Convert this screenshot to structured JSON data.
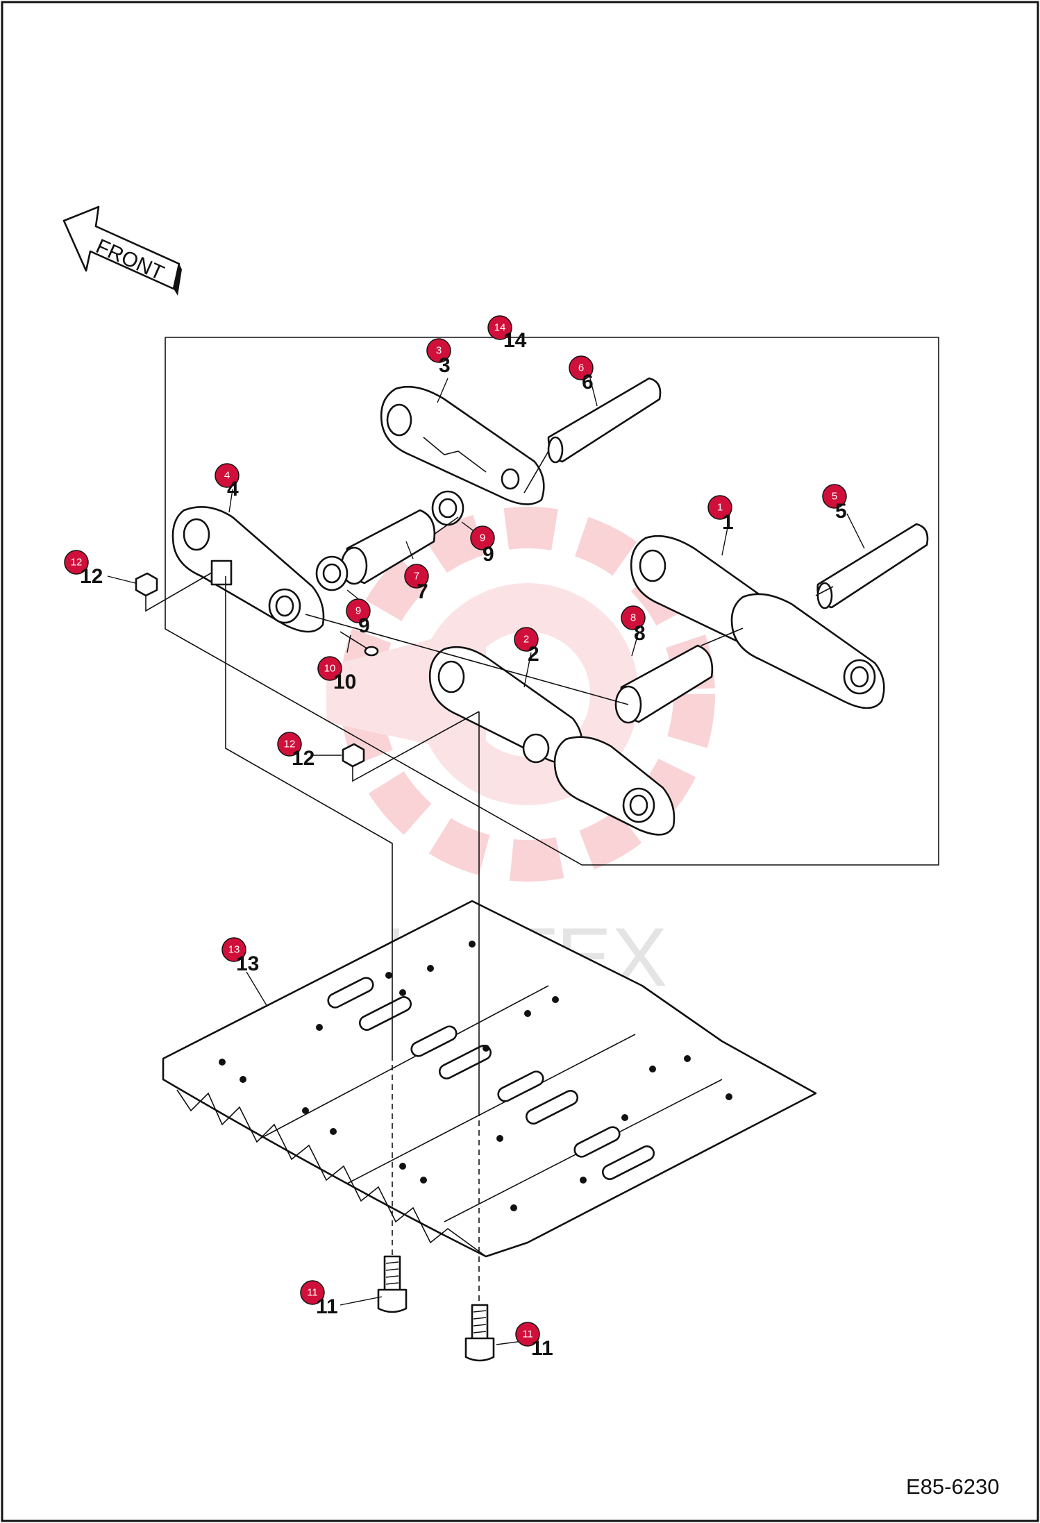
{
  "diagram": {
    "direction_label": "FRONT",
    "document_code": "E85-6230",
    "watermark_text": "ИНТЕХ",
    "colors": {
      "badge": "#d0103a",
      "lines": "#111111",
      "watermark": "#f2a0a6",
      "background": "#ffffff"
    },
    "callouts": [
      {
        "id": "c1",
        "badge": "1",
        "label": "1"
      },
      {
        "id": "c2",
        "badge": "2",
        "label": "2"
      },
      {
        "id": "c3",
        "badge": "3",
        "label": "3"
      },
      {
        "id": "c4",
        "badge": "4",
        "label": "4"
      },
      {
        "id": "c5",
        "badge": "5",
        "label": "5"
      },
      {
        "id": "c6",
        "badge": "6",
        "label": "6"
      },
      {
        "id": "c7",
        "badge": "7",
        "label": "7"
      },
      {
        "id": "c8",
        "badge": "8",
        "label": "8"
      },
      {
        "id": "c9a",
        "badge": "9",
        "label": "9"
      },
      {
        "id": "c9b",
        "badge": "9",
        "label": "9"
      },
      {
        "id": "c10",
        "badge": "10",
        "label": "10"
      },
      {
        "id": "c11a",
        "badge": "11",
        "label": "11"
      },
      {
        "id": "c11b",
        "badge": "11",
        "label": "11"
      },
      {
        "id": "c12a",
        "badge": "12",
        "label": "12"
      },
      {
        "id": "c12b",
        "badge": "12",
        "label": "12"
      },
      {
        "id": "c13",
        "badge": "13",
        "label": "13"
      },
      {
        "id": "c14",
        "badge": "14",
        "label": "14"
      }
    ]
  }
}
